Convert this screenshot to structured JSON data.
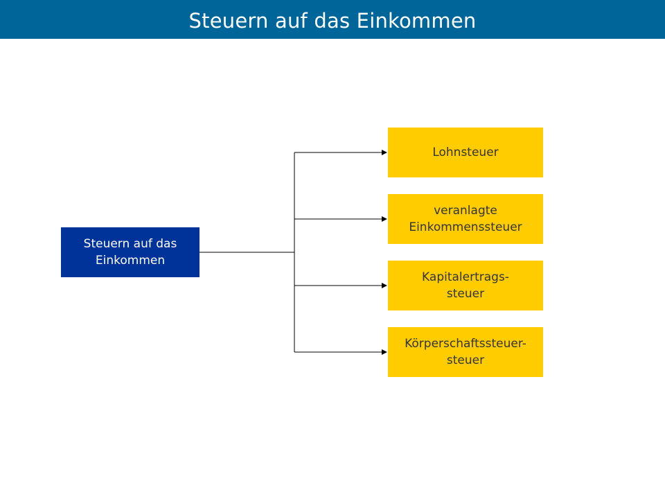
{
  "header": {
    "title": "Steuern auf das Einkommen"
  },
  "diagram": {
    "root": {
      "label": "Steuern auf das\nEinkommen"
    },
    "children": [
      {
        "label": "Lohnsteuer"
      },
      {
        "label": "veranlagte\nEinkommenssteuer"
      },
      {
        "label": "Kapitalertrags-\nsteuer"
      },
      {
        "label": "Körperschaftssteuer-\nsteuer"
      }
    ]
  },
  "colors": {
    "header_background": "#006699",
    "root_fill": "#003399",
    "leaf_fill": "#ffcc00",
    "connector": "#000000"
  }
}
